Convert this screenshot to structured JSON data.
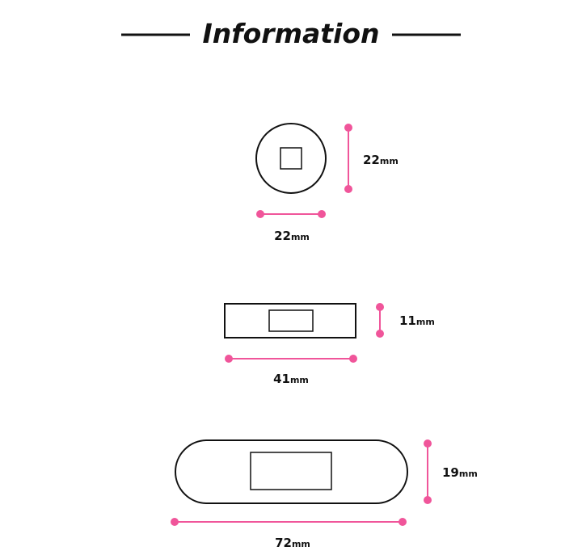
{
  "header": {
    "title": "Information"
  },
  "colors": {
    "accent": "#f0559a",
    "outline": "#111111",
    "background": "#ffffff"
  },
  "shapes": [
    {
      "name": "round",
      "height": {
        "value": "22",
        "unit": "mm"
      },
      "width": {
        "value": "22",
        "unit": "mm"
      }
    },
    {
      "name": "small-rectangle",
      "height": {
        "value": "11",
        "unit": "mm"
      },
      "width": {
        "value": "41",
        "unit": "mm"
      }
    },
    {
      "name": "long-strip",
      "height": {
        "value": "19",
        "unit": "mm"
      },
      "width": {
        "value": "72",
        "unit": "mm"
      }
    }
  ]
}
